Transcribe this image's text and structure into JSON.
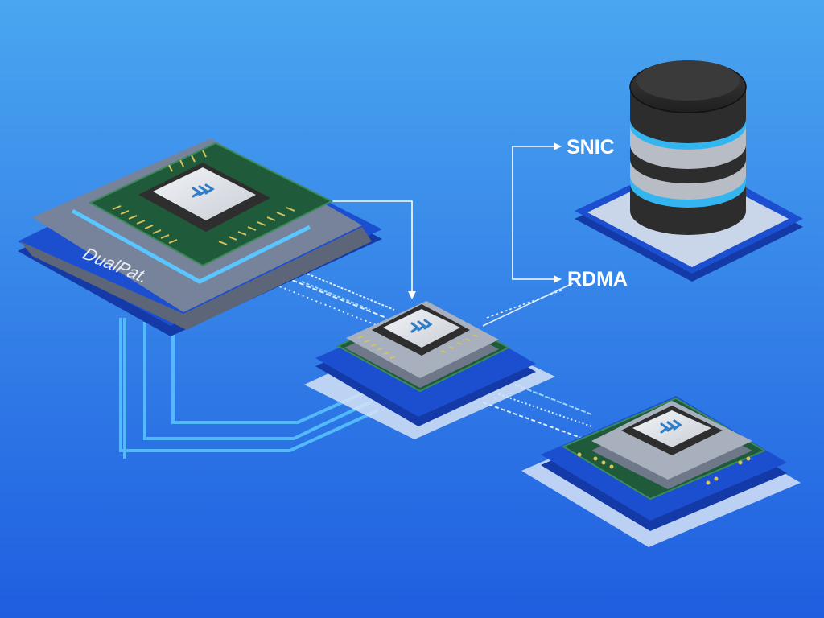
{
  "labels": {
    "main_board": "DualPat.",
    "top_link": "SNIC",
    "bottom_link": "RDMA"
  },
  "colors": {
    "background_top": "#4aa6f0",
    "background_bottom": "#1f5ee0",
    "board_blue": "#1c4fd0",
    "board_edge": "#143aa8",
    "pcb_green": "#1f5a3a",
    "pcb_trace": "#d8c45a",
    "chip_dark": "#2e2e2e",
    "chip_silver": "#c9ced6",
    "logo_blue": "#2f7cc8",
    "db_dark": "#2d2d2d",
    "db_ring": "#34b5ef",
    "line_white": "#ffffff",
    "trace_light": "#59c6ff"
  },
  "icons": {
    "chip_logo": "chevron-stack-icon",
    "storage": "database-stack-icon"
  }
}
